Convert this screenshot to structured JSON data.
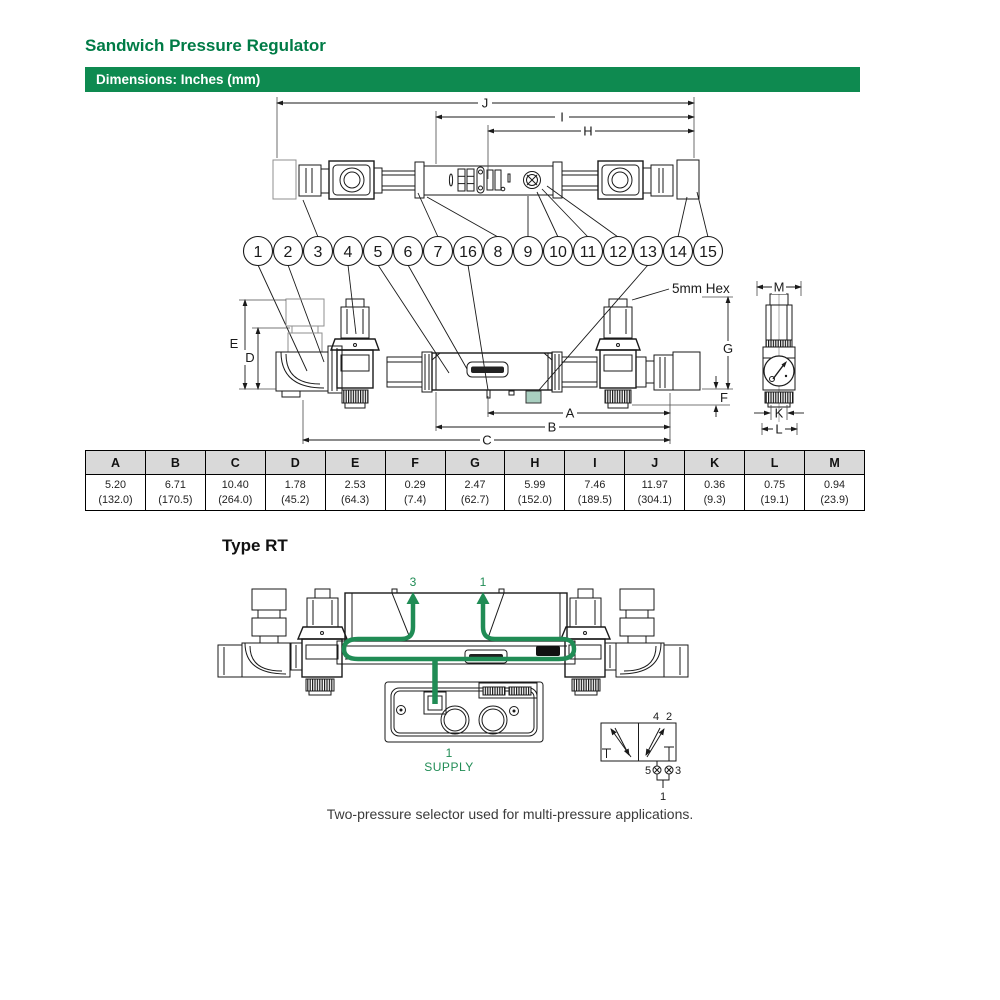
{
  "page": {
    "title": "Sandwich Pressure Regulator",
    "banner": "Dimensions: Inches (mm)",
    "caption": "Two-pressure selector used for multi-pressure applications."
  },
  "colors": {
    "brand_green": "#0E8A50",
    "title_green": "#007B46",
    "flow_green": "#208C55",
    "table_header_bg": "#D9D9D9",
    "connector_square_green": "#A9CFC0"
  },
  "drawing": {
    "hex_note": "5mm Hex",
    "dims": {
      "J": "J",
      "I": "I",
      "H": "H",
      "E": "E",
      "D": "D",
      "G": "G",
      "F": "F",
      "A": "A",
      "B": "B",
      "C": "C",
      "M": "M",
      "K": "K",
      "L": "L"
    },
    "callouts": [
      "1",
      "2",
      "3",
      "4",
      "5",
      "6",
      "7",
      "16",
      "8",
      "9",
      "10",
      "11",
      "12",
      "13",
      "14",
      "15"
    ]
  },
  "dimensions_table": {
    "columns": [
      "A",
      "B",
      "C",
      "D",
      "E",
      "F",
      "G",
      "H",
      "I",
      "J",
      "K",
      "L",
      "M"
    ],
    "inches": [
      "5.20",
      "6.71",
      "10.40",
      "1.78",
      "2.53",
      "0.29",
      "2.47",
      "5.99",
      "7.46",
      "11.97",
      "0.36",
      "0.75",
      "0.94"
    ],
    "mm": [
      "(132.0)",
      "(170.5)",
      "(264.0)",
      "(45.2)",
      "(64.3)",
      "(7.4)",
      "(62.7)",
      "(152.0)",
      "(189.5)",
      "(304.1)",
      "(9.3)",
      "(19.1)",
      "(23.9)"
    ]
  },
  "type_rt": {
    "title": "Type RT",
    "ports": {
      "p3": "3",
      "p1": "1"
    },
    "supply": {
      "num": "1",
      "label": "SUPPLY"
    },
    "schematic": {
      "p4": "4",
      "p2": "2",
      "p5": "5",
      "p3": "3",
      "p1": "1"
    }
  }
}
